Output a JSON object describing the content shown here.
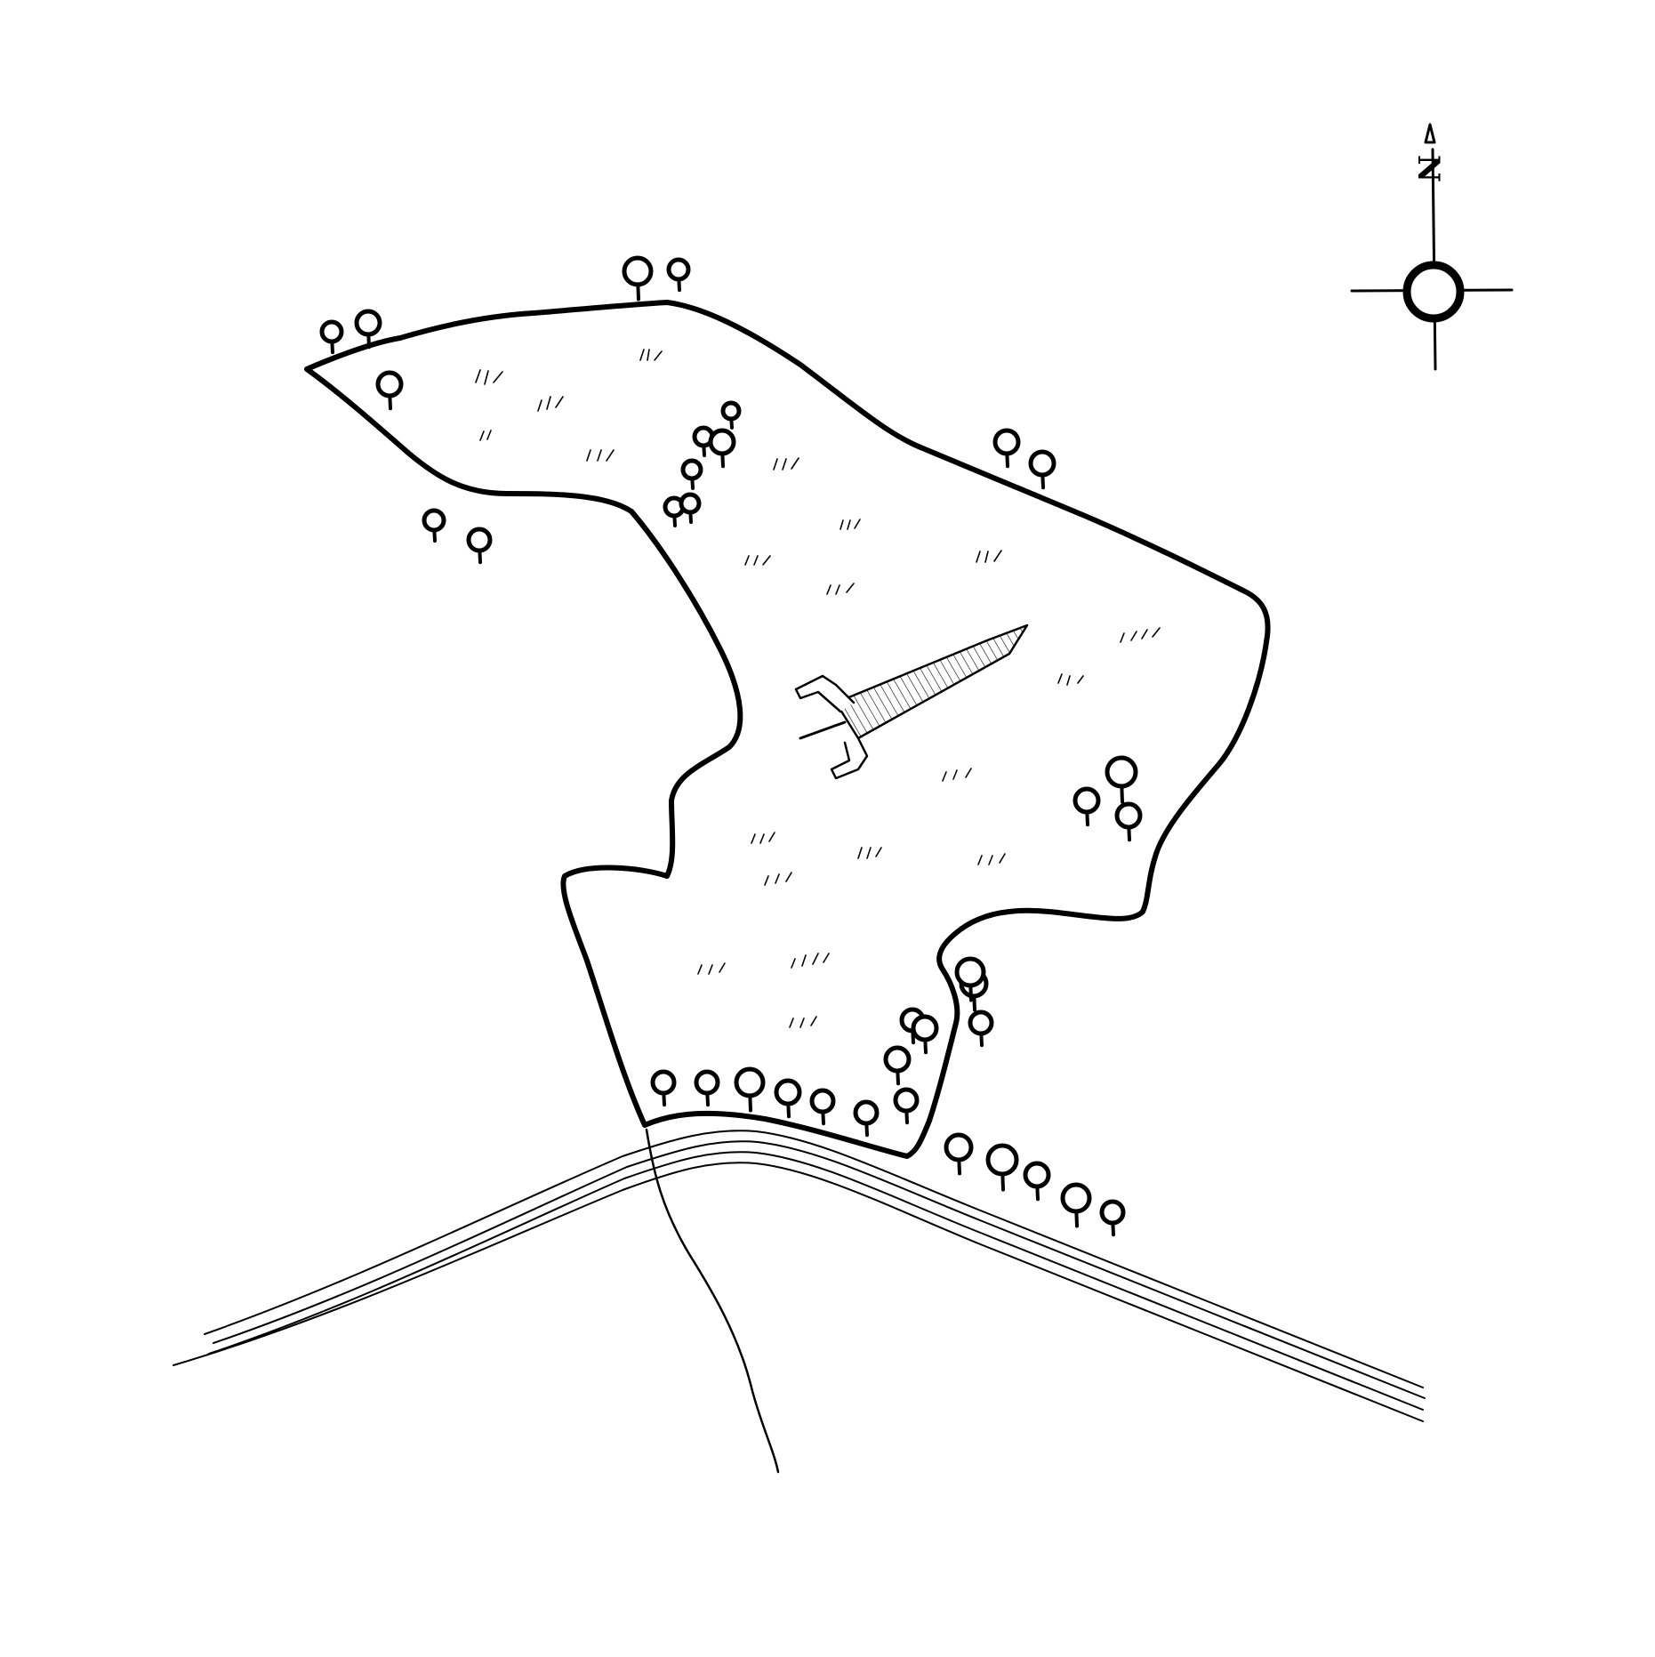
{
  "map": {
    "compass": {
      "north_label": "N"
    },
    "colors": {
      "ink": "#000000",
      "background": "#ffffff"
    },
    "features": [
      {
        "kind": "field",
        "icon": "field-boundary"
      },
      {
        "kind": "river",
        "icon": "river-icon"
      },
      {
        "kind": "track",
        "icon": "footpath-icon"
      },
      {
        "kind": "rocket",
        "icon": "rocket-icon"
      },
      {
        "kind": "trees",
        "icon": "tree-icon"
      },
      {
        "kind": "grass",
        "icon": "grass-tuft-icon"
      }
    ]
  }
}
